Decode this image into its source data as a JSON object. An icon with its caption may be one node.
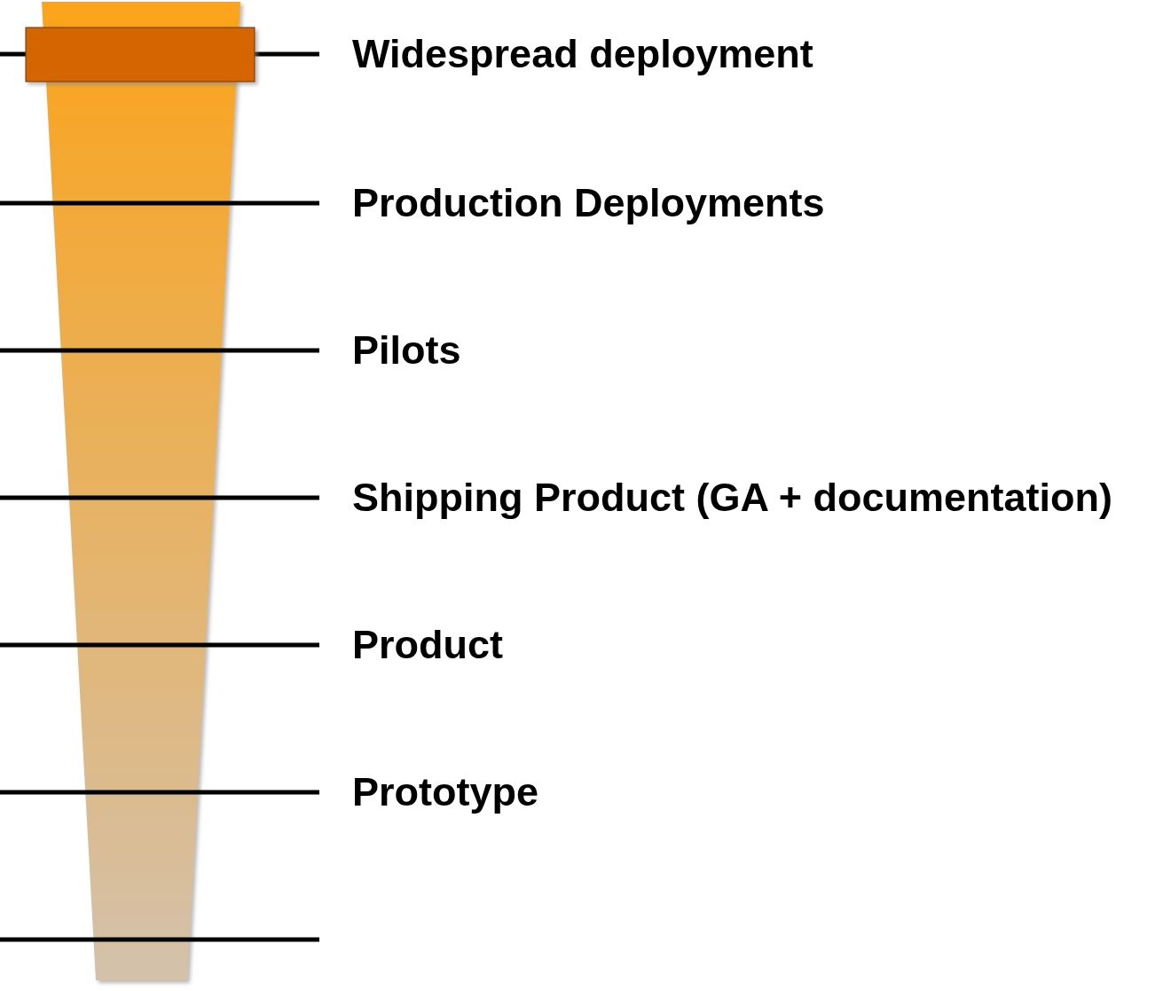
{
  "diagram": {
    "labels": [
      "Widespread deployment",
      "Production Deployments",
      "Pilots",
      "Shipping Product (GA + documentation)",
      "Product",
      "Prototype"
    ]
  }
}
